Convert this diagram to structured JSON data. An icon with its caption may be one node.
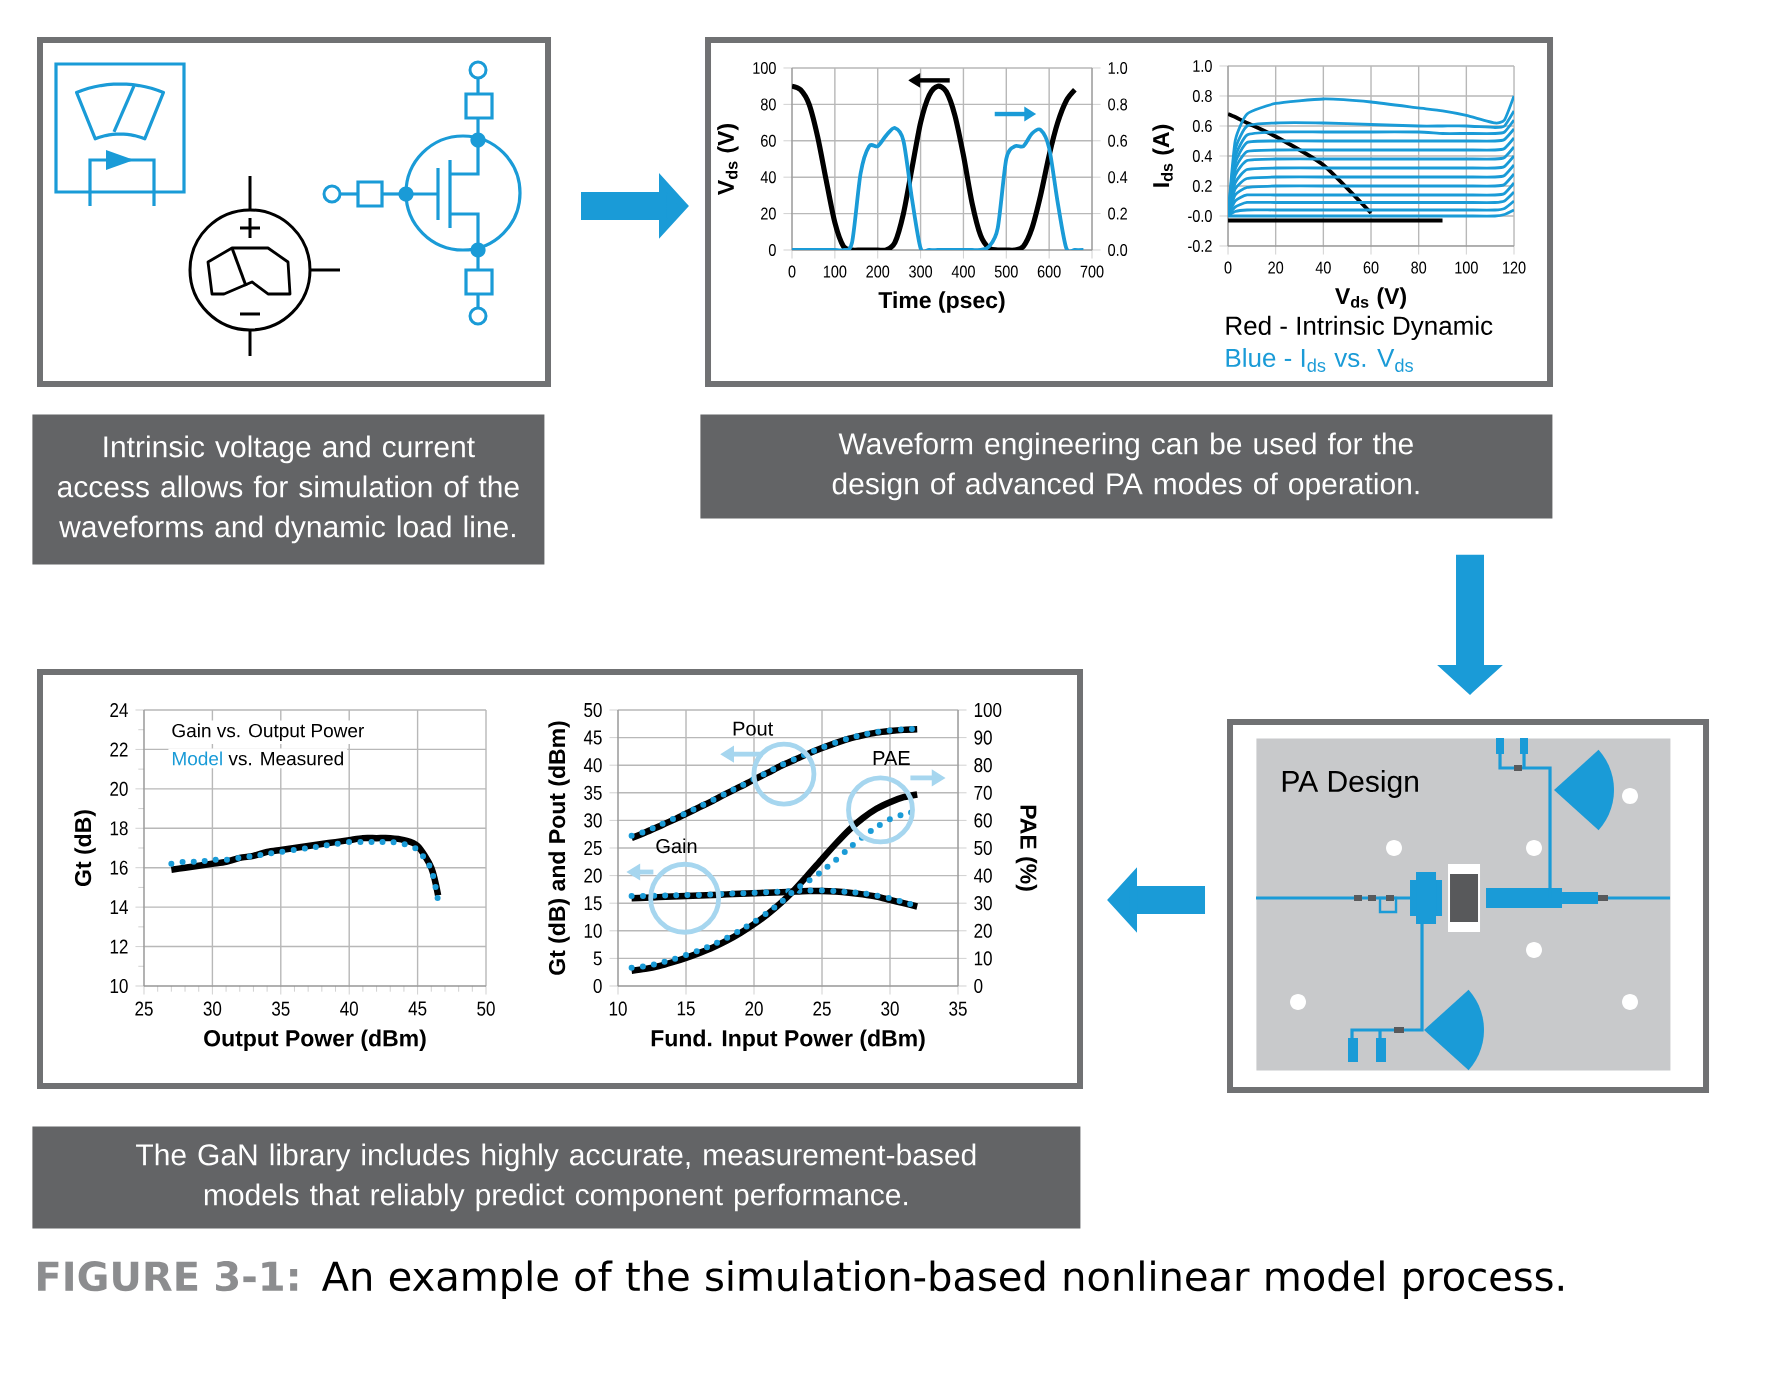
{
  "diagram": {
    "caption": "**FIGURE 3-1:** An example of the simulation-based nonlinear model process.",
    "nodes": [
      {
        "text": [],
        "shape": "box"
      },
      {
        "text": [],
        "shape": "box"
      },
      {
        "text": [
          "Intrinsic voltage and current access allows for simulation of the waveforms and dynamic load line."
        ]
      },
      {
        "text": [
          "Waveform engineering can be used for the design of advanced PA modes of operation."
        ]
      },
      {
        "text": [],
        "shape": "box"
      },
      {
        "text": [],
        "shape": "box"
      },
      {
        "text": [
          "PA Design"
        ],
        "in": 5
      },
      {
        "text": [
          "The GaN library includes highly accurate, measurement-based models that reliably predict component performance."
        ]
      }
    ],
    "edges": [
      {
        "from": 0,
        "to": 1,
        "arrow": "to"
      },
      {
        "from": 3,
        "to": 5,
        "arrow": "to"
      },
      {
        "from": 5,
        "to": 4,
        "arrow": "to"
      }
    ],
    "chart_data": [
      {
        "type": "line",
        "grid": true,
        "xlabel": "Time (psec)",
        "ylabel": "V$_{ds}$ (V)",
        "xlim": [
          0,
          700
        ],
        "ylim": [
          0,
          100
        ],
        "y2lim": [
          0,
          1
        ],
        "xticks": [
          0,
          100,
          200,
          300,
          400,
          500,
          600,
          700
        ],
        "yticks": [
          0,
          20,
          40,
          60,
          80,
          100
        ],
        "y2ticks": [
          {
            "value": 0,
            "label": "0.0"
          },
          0.2,
          0.4,
          0.6,
          0.8,
          {
            "value": 1,
            "label": "1.0"
          }
        ],
        "x": [
          0,
          20,
          40,
          60,
          80,
          100,
          120,
          140,
          160,
          180,
          200,
          220,
          240,
          260,
          280,
          300,
          320,
          340,
          360,
          380,
          400,
          420,
          440,
          460,
          480,
          500,
          520,
          540,
          560,
          580,
          600,
          620,
          640,
          660,
          680
        ],
        "series": [
          {
            "color": "#000000",
            "values": [
              90,
              88,
              80,
              62,
              38,
              15,
              2,
              0,
              0,
              0,
              0,
              0,
              4,
              20,
              45,
              70,
              85,
              90,
              87,
              74,
              52,
              26,
              8,
              1,
              0,
              0,
              0,
              2,
              12,
              30,
              52,
              70,
              82,
              88,
              null
            ]
          },
          {
            "color": "#1a9bd7",
            "axis": "y2",
            "values": [
              0,
              0,
              0,
              0,
              0,
              0,
              0,
              0.04,
              0.42,
              0.57,
              0.57,
              0.63,
              0.67,
              0.6,
              0.28,
              0.01,
              0,
              0,
              0,
              0,
              0,
              0,
              0,
              0.02,
              0.12,
              0.5,
              0.57,
              0.57,
              0.64,
              0.66,
              0.56,
              0.26,
              0.01,
              0,
              0
            ]
          }
        ]
      },
      {
        "type": "line",
        "grid": true,
        "xlabel": "V$_{ds}$ (V)",
        "ylabel": "I$_{ds}$ (A)",
        "xlim": [
          0,
          120
        ],
        "ylim": [
          -0.2,
          1
        ],
        "xticks": [
          0,
          20,
          40,
          60,
          80,
          100,
          120
        ],
        "yticks": [
          -0.2,
          {
            "value": 0,
            "label": "-0.0"
          },
          0.2,
          0.4,
          0.6,
          0.8,
          {
            "value": 1,
            "label": "1.0"
          }
        ],
        "x": [
          0,
          3,
          8,
          20,
          40,
          60,
          80,
          90,
          100,
          112,
          116,
          120
        ],
        "series": [
          {
            "name": "Red - Intrinsic Dynamic",
            "color": "#000000",
            "values": [
              0.68,
              0.66,
              0.62,
              0.53,
              0.34,
              0.02,
              null,
              null,
              null,
              null,
              null,
              null
            ]
          },
          {
            "color": "#000000",
            "values": [
              -0.03,
              -0.03,
              -0.03,
              -0.03,
              -0.03,
              -0.03,
              -0.03,
              -0.03,
              null,
              null,
              null,
              null
            ]
          },
          {
            "name": "Blue - I$_{ds}$ vs. V$_{ds}$",
            "color": "#1a9bd7",
            "values": [
              0,
              0,
              0,
              0,
              0,
              0,
              0,
              0,
              0,
              0,
              0.01,
              0.04
            ]
          },
          {
            "color": "#1a9bd7",
            "values": [
              0,
              0.03,
              0.04,
              0.04,
              0.04,
              0.04,
              0.04,
              0.04,
              0.04,
              0.04,
              0.05,
              0.1
            ]
          },
          {
            "color": "#1a9bd7",
            "values": [
              0,
              0.06,
              0.09,
              0.09,
              0.09,
              0.09,
              0.09,
              0.09,
              0.09,
              0.09,
              0.1,
              0.16
            ]
          },
          {
            "color": "#1a9bd7",
            "values": [
              0,
              0.1,
              0.14,
              0.14,
              0.14,
              0.14,
              0.14,
              0.14,
              0.14,
              0.14,
              0.15,
              0.22
            ]
          },
          {
            "color": "#1a9bd7",
            "values": [
              0,
              0.14,
              0.19,
              0.2,
              0.2,
              0.2,
              0.2,
              0.2,
              0.2,
              0.2,
              0.21,
              0.28
            ]
          },
          {
            "color": "#1a9bd7",
            "values": [
              0,
              0.18,
              0.25,
              0.26,
              0.26,
              0.26,
              0.26,
              0.26,
              0.26,
              0.26,
              0.27,
              0.34
            ]
          },
          {
            "color": "#1a9bd7",
            "values": [
              0,
              0.22,
              0.31,
              0.32,
              0.32,
              0.32,
              0.32,
              0.32,
              0.32,
              0.32,
              0.33,
              0.4
            ]
          },
          {
            "color": "#1a9bd7",
            "values": [
              0,
              0.27,
              0.37,
              0.38,
              0.38,
              0.38,
              0.38,
              0.38,
              0.38,
              0.38,
              0.39,
              0.46
            ]
          },
          {
            "color": "#1a9bd7",
            "values": [
              0,
              0.31,
              0.43,
              0.44,
              0.44,
              0.44,
              0.44,
              0.44,
              0.44,
              0.44,
              0.45,
              0.52
            ]
          },
          {
            "color": "#1a9bd7",
            "values": [
              0,
              0.35,
              0.49,
              0.5,
              0.5,
              0.5,
              0.5,
              0.5,
              0.5,
              0.5,
              0.51,
              0.58
            ]
          },
          {
            "color": "#1a9bd7",
            "values": [
              0,
              0.39,
              0.54,
              0.56,
              0.56,
              0.56,
              0.56,
              0.55,
              0.55,
              0.55,
              0.56,
              0.64
            ]
          },
          {
            "color": "#1a9bd7",
            "values": [
              0,
              0.44,
              0.6,
              0.62,
              0.62,
              0.61,
              0.6,
              0.6,
              0.6,
              0.59,
              0.6,
              0.7
            ]
          },
          {
            "color": "#1a9bd7",
            "values": [
              0,
              0.5,
              0.68,
              0.75,
              0.78,
              0.76,
              0.72,
              0.7,
              0.67,
              0.62,
              0.64,
              0.8
            ]
          }
        ]
      },
      {
        "type": "line",
        "grid": true,
        "title": "Gain vs. Output Power",
        "xlabel": "Output Power (dBm)",
        "ylabel": "Gt (dB)",
        "xlim": [
          25,
          50
        ],
        "ylim": [
          10,
          24
        ],
        "xticks": [
          25,
          30,
          35,
          40,
          45,
          50
        ],
        "yticks": [
          10,
          12,
          14,
          16,
          18,
          20,
          22,
          24
        ],
        "x": [
          27,
          28,
          29,
          30,
          31,
          32,
          33,
          34,
          35,
          36,
          37,
          38,
          39,
          40,
          41,
          42,
          43,
          44,
          45,
          46,
          46.5
        ],
        "series": [
          {
            "name": "Measured",
            "color": "#000000",
            "values": [
              15.9,
              16.0,
              16.1,
              16.2,
              16.3,
              16.5,
              16.6,
              16.8,
              16.9,
              17.0,
              17.1,
              17.2,
              17.3,
              17.4,
              17.5,
              17.5,
              17.5,
              17.4,
              17.1,
              16.0,
              14.6
            ]
          },
          {
            "name": "Model",
            "color": "#1a9bd7",
            "line_style": "dotted",
            "values": [
              16.2,
              16.3,
              16.3,
              16.4,
              16.4,
              16.5,
              16.6,
              16.7,
              16.8,
              16.9,
              17.0,
              17.1,
              17.2,
              17.3,
              17.3,
              17.3,
              17.3,
              17.2,
              16.9,
              15.9,
              14.3
            ]
          }
        ],
        "annotations": [
          "vs."
        ]
      },
      {
        "type": "line",
        "grid": true,
        "xlabel": "Fund. Input Power (dBm)",
        "ylabel": "Gt (dB) and Pout (dBm)",
        "y2label": "PAE (%)",
        "xlim": [
          10,
          35
        ],
        "ylim": [
          0,
          50
        ],
        "y2lim": [
          0,
          100
        ],
        "xticks": [
          10,
          15,
          20,
          25,
          30,
          35
        ],
        "yticks": [
          0,
          5,
          10,
          15,
          20,
          25,
          30,
          35,
          40,
          45,
          50
        ],
        "y2ticks": [
          0,
          10,
          20,
          30,
          40,
          50,
          60,
          70,
          80,
          90,
          100
        ],
        "x": [
          11,
          12,
          13,
          14,
          15,
          16,
          17,
          18,
          19,
          20,
          21,
          22,
          23,
          24,
          25,
          26,
          27,
          28,
          29,
          30,
          31,
          32
        ],
        "series": [
          {
            "color": "#000000",
            "values": [
              26.8,
              27.8,
              28.9,
              30.0,
              31.2,
              32.4,
              33.6,
              34.9,
              36.1,
              37.4,
              38.6,
              39.9,
              41.0,
              42.1,
              43.1,
              44.0,
              44.8,
              45.4,
              45.9,
              46.2,
              46.4,
              46.5
            ]
          },
          {
            "color": "#1a9bd7",
            "line_style": "dotted",
            "values": [
              27.2,
              28.0,
              29.1,
              30.2,
              31.3,
              32.5,
              33.7,
              35.0,
              36.2,
              37.5,
              38.7,
              40.0,
              41.1,
              42.2,
              43.2,
              44.1,
              44.9,
              45.5,
              46.0,
              46.3,
              46.5,
              46.6
            ]
          },
          {
            "color": "#000000",
            "values": [
              15.9,
              16.0,
              16.1,
              16.2,
              16.3,
              16.4,
              16.5,
              16.6,
              16.7,
              16.8,
              16.9,
              17.0,
              17.1,
              17.2,
              17.2,
              17.1,
              16.9,
              16.6,
              16.2,
              15.6,
              15.0,
              14.4
            ]
          },
          {
            "color": "#1a9bd7",
            "line_style": "dotted",
            "values": [
              16.3,
              16.3,
              16.4,
              16.4,
              16.5,
              16.5,
              16.6,
              16.7,
              16.8,
              16.9,
              17.0,
              17.1,
              17.2,
              17.3,
              17.3,
              17.2,
              17.0,
              16.8,
              16.4,
              15.9,
              15.2,
              14.5
            ]
          },
          {
            "color": "#000000",
            "axis": "y2",
            "values": [
              5.5,
              6.2,
              7.2,
              8.6,
              10.2,
              12.0,
              14.0,
              16.4,
              19.2,
              22.4,
              26.0,
              30.2,
              35.0,
              40.4,
              46.0,
              51.5,
              56.6,
              60.8,
              64.2,
              66.6,
              68.4,
              69.4
            ]
          },
          {
            "color": "#1a9bd7",
            "line_style": "dotted",
            "axis": "y2",
            "values": [
              6.6,
              7.2,
              8.2,
              9.6,
              11.2,
              13.0,
              15.0,
              17.4,
              20.2,
              23.2,
              26.6,
              30.4,
              34.8,
              38.0,
              41.6,
              45.6,
              50.0,
              54.0,
              57.6,
              60.4,
              62.2,
              63.4
            ]
          }
        ],
        "annotations": [
          "Pout",
          "PAE",
          "Gain"
        ]
      }
    ]
  }
}
